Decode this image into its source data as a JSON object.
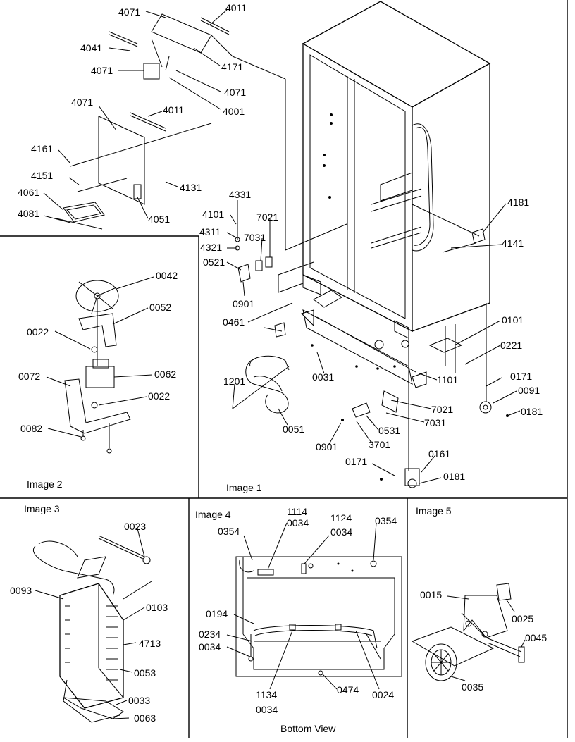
{
  "panels": {
    "image1": "Image 1",
    "image2": "Image 2",
    "image3": "Image 3",
    "image4": "Image 4",
    "image5": "Image 5",
    "bottom_view": "Bottom View"
  },
  "parts": {
    "p4071a": "4071",
    "p4011a": "4011",
    "p4041": "4041",
    "p4171": "4171",
    "p4071b": "4071",
    "p4071c": "4071",
    "p4001": "4001",
    "p4071d": "4071",
    "p4011b": "4011",
    "p4161": "4161",
    "p4151": "4151",
    "p4131": "4131",
    "p4061": "4061",
    "p4081": "4081",
    "p4051": "4051",
    "p4331": "4331",
    "p4101": "4101",
    "p7021a": "7021",
    "p4311": "4311",
    "p7031a": "7031",
    "p4321": "4321",
    "p0521": "0521",
    "p0901a": "0901",
    "p0461": "0461",
    "p4181": "4181",
    "p4141": "4141",
    "p0101": "0101",
    "p0221": "0221",
    "p0031": "0031",
    "p1101": "1101",
    "p1201": "1201",
    "p0171a": "0171",
    "p0091": "0091",
    "p0181a": "0181",
    "p7021b": "7021",
    "p7031b": "7031",
    "p0531": "0531",
    "p0051": "0051",
    "p0901b": "0901",
    "p3701": "3701",
    "p0161": "0161",
    "p0171b": "0171",
    "p0181b": "0181",
    "p0042": "0042",
    "p0052": "0052",
    "p0022a": "0022",
    "p0062": "0062",
    "p0072": "0072",
    "p0022b": "0022",
    "p0082": "0082",
    "p0023": "0023",
    "p0093": "0093",
    "p0103": "0103",
    "p4713": "4713",
    "p0053": "0053",
    "p0033": "0033",
    "p0063": "0063",
    "p1114": "1114",
    "p0034a": "0034",
    "p1124": "1124",
    "p0034b": "0034",
    "p0354a": "0354",
    "p0354b": "0354",
    "p0194": "0194",
    "p0234": "0234",
    "p0034c": "0034",
    "p1134": "1134",
    "p0034d": "0034",
    "p0474": "0474",
    "p0024": "0024",
    "p0015": "0015",
    "p0025": "0025",
    "p0045": "0045",
    "p0035": "0035"
  }
}
